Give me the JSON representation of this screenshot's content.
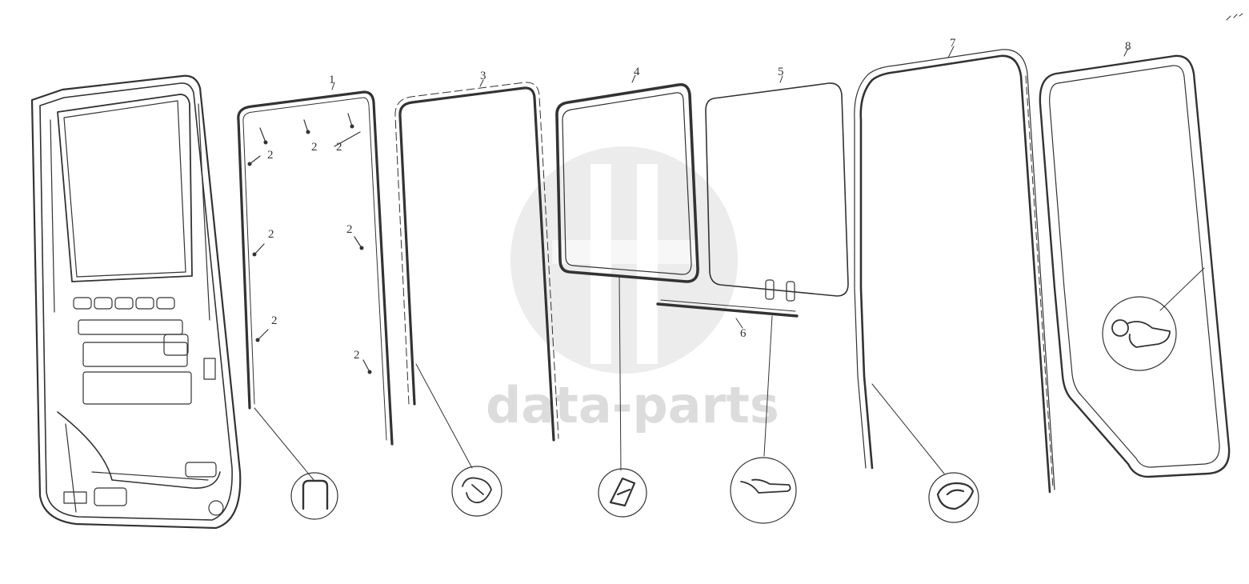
{
  "diagram": {
    "callouts": [
      "1",
      "2",
      "3",
      "4",
      "5",
      "6",
      "7",
      "8"
    ],
    "watermark": "data-parts",
    "colors": {
      "line": "#333333",
      "watermark": "#dcdcdc",
      "background": "#ffffff"
    }
  }
}
